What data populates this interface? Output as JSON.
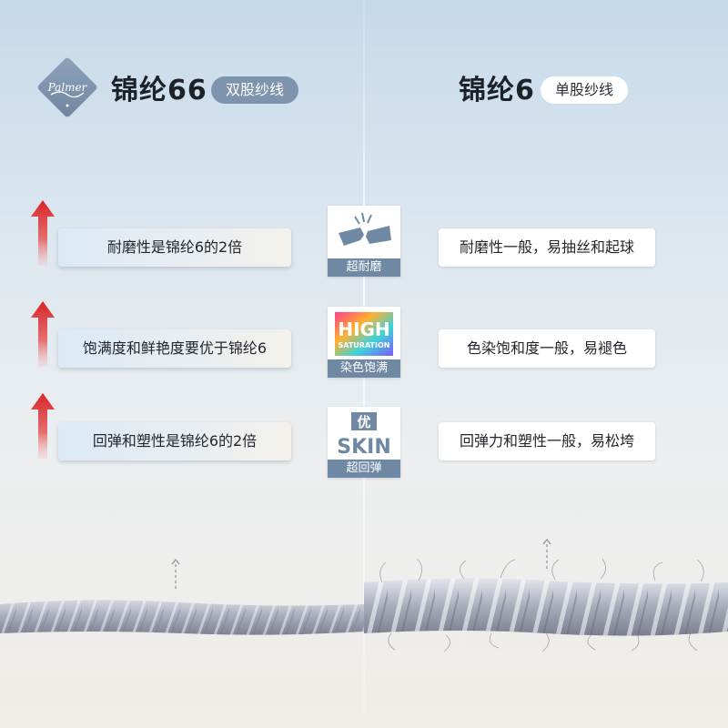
{
  "header": {
    "left": {
      "title": "锦纶66",
      "tag": "双股纱线",
      "logo_text": "Palmer"
    },
    "right": {
      "title": "锦纶6",
      "tag": "单股纱线"
    }
  },
  "features": [
    {
      "left_text": "耐磨性是锦纶6的2倍",
      "badge_caption": "超耐磨",
      "right_text": "耐磨性一般，易抽丝和起球",
      "badge_icon": "broken-bar-icon"
    },
    {
      "left_text": "饱满度和鲜艳度要优于锦纶6",
      "badge_caption": "染色饱满",
      "badge_main": "HIGH",
      "badge_sub": "SATURATION",
      "right_text": "色染饱和度一般，易褪色",
      "badge_icon": "high-saturation-icon"
    },
    {
      "left_text": "回弹和塑性是锦纶6的2倍",
      "badge_caption": "超回弹",
      "badge_main": "SKIN",
      "badge_top": "优",
      "right_text": "回弹力和塑性一般，易松垮",
      "badge_icon": "skin-icon"
    }
  ],
  "colors": {
    "accent_red": "#d8262a",
    "badge_blue": "#6f89a4",
    "tag_blue": "#7d94ac",
    "yarn_gray": "#a9adbc"
  }
}
